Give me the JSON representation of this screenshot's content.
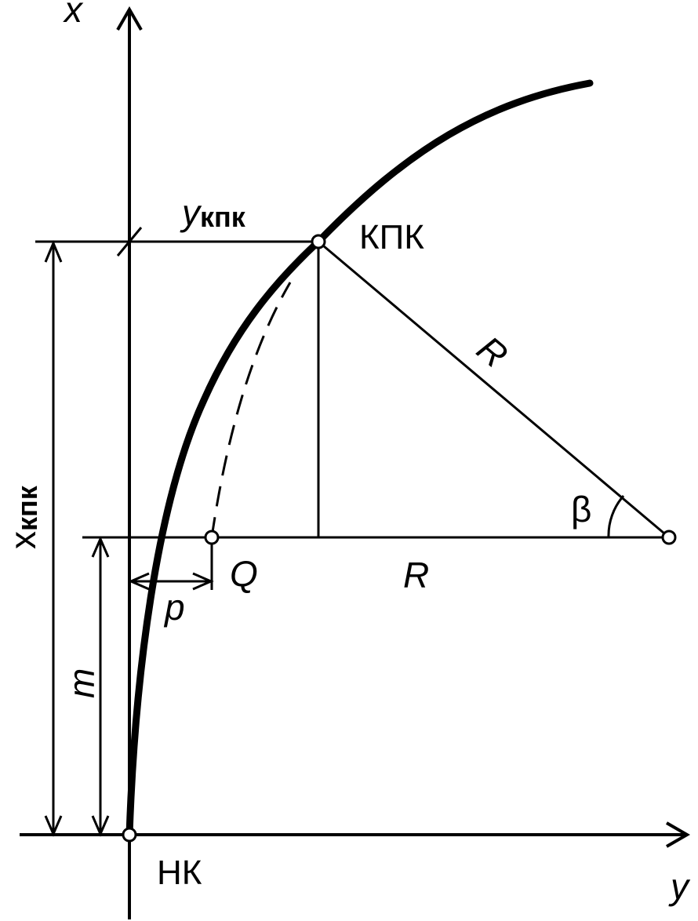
{
  "labels": {
    "x_axis": "x",
    "y_axis": "y",
    "y_kpk_main": "y",
    "y_kpk_sub": "кпк",
    "x_kpk_main": "x",
    "x_kpk_sub": "кпк",
    "kpk_point": "КПК",
    "nk_point": "НК",
    "radius_slant": "R",
    "radius_horizontal": "R",
    "beta": "β",
    "q_point": "Q",
    "p_offset": "p",
    "m_offset": "m"
  },
  "colors": {
    "stroke": "#000000",
    "background": "#ffffff",
    "point_fill": "#ffffff"
  }
}
